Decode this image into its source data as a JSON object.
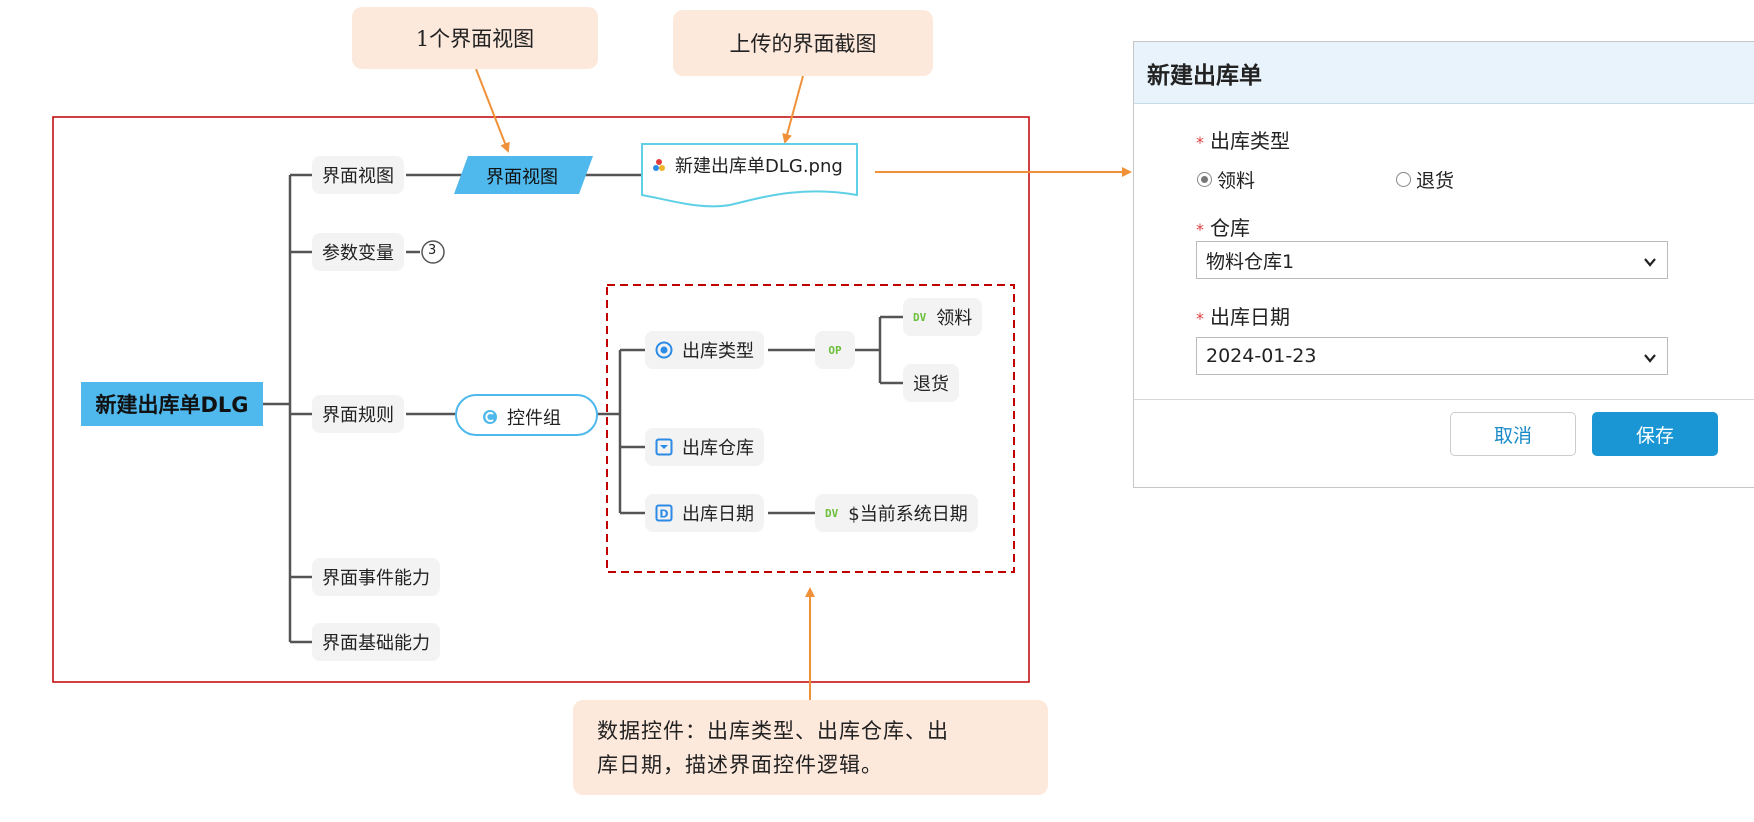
{
  "callouts": {
    "view": "1个界面视图",
    "upload": "上传的界面截图",
    "data_controls_line1": "数据控件：出库类型、出库仓库、出",
    "data_controls_line2": "库日期，描述界面控件逻辑。"
  },
  "mindmap": {
    "root": "新建出库单DLG",
    "branches": {
      "view": "界面视图",
      "params": "参数变量",
      "params_count": "3",
      "rules": "界面规则",
      "events": "界面事件能力",
      "basic": "界面基础能力"
    },
    "view_node": "界面视图",
    "file_node": "新建出库单DLG.png",
    "control_group": "控件组",
    "controls": {
      "type": "出库类型",
      "op_badge": "OP",
      "type_opt1": "领料",
      "type_opt1_badge": "DV",
      "type_opt2": "退货",
      "warehouse": "出库仓库",
      "date": "出库日期",
      "date_badge": "DV",
      "date_default": "$当前系统日期"
    }
  },
  "dialog": {
    "title": "新建出库单",
    "type_label": "出库类型",
    "type_options": [
      "领料",
      "退货"
    ],
    "type_selected": "领料",
    "warehouse_label": "仓库",
    "warehouse_value": "物料仓库1",
    "date_label": "出库日期",
    "date_value": "2024-01-23",
    "cancel_label": "取消",
    "save_label": "保存",
    "required_mark": "*"
  },
  "colors": {
    "accent_blue": "#4fb8ec",
    "callout_bg": "#fde9dc",
    "arrow_orange": "#f0913a",
    "border_red": "#c00000",
    "primary_button": "#1a96d4"
  }
}
